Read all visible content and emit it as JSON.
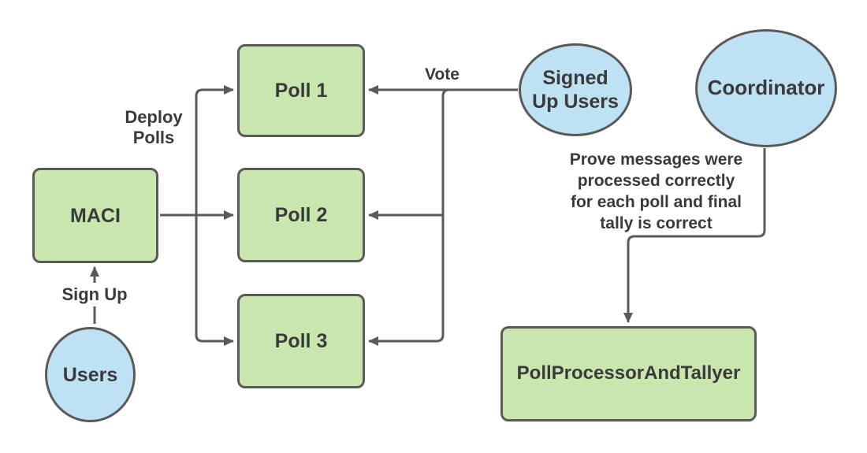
{
  "background": "#ffffff",
  "colors": {
    "node_fill_green": "#c8e6ad",
    "node_fill_blue": "#bfe1f4",
    "node_border": "#5a5a5a",
    "connector": "#5a5a5a",
    "label_text": "#3a3a3a"
  },
  "nodes": {
    "users": {
      "label": "Users",
      "shape": "ellipse",
      "fill": "blue"
    },
    "maci": {
      "label": "MACI",
      "shape": "rectangle",
      "fill": "green"
    },
    "poll1": {
      "label": "Poll 1",
      "shape": "rectangle",
      "fill": "green"
    },
    "poll2": {
      "label": "Poll 2",
      "shape": "rectangle",
      "fill": "green"
    },
    "poll3": {
      "label": "Poll 3",
      "shape": "rectangle",
      "fill": "green"
    },
    "signed_up_users": {
      "label": "Signed\nUp Users",
      "shape": "ellipse",
      "fill": "blue"
    },
    "coordinator": {
      "label": "Coordinator",
      "shape": "ellipse",
      "fill": "blue"
    },
    "poll_processor": {
      "label": "PollProcessorAndTallyer",
      "shape": "rectangle",
      "fill": "green"
    }
  },
  "edge_labels": {
    "sign_up": "Sign Up",
    "deploy_polls": "Deploy\nPolls",
    "vote": "Vote",
    "prove": "Prove messages were\nprocessed correctly\nfor each poll and final\ntally is correct"
  },
  "edges": [
    {
      "from": "Users",
      "to": "MACI",
      "label": "Sign Up"
    },
    {
      "from": "MACI",
      "to": "Poll 1",
      "label": "Deploy Polls"
    },
    {
      "from": "MACI",
      "to": "Poll 2",
      "label": "Deploy Polls"
    },
    {
      "from": "MACI",
      "to": "Poll 3",
      "label": "Deploy Polls"
    },
    {
      "from": "Signed Up Users",
      "to": "Poll 1",
      "label": "Vote"
    },
    {
      "from": "Signed Up Users",
      "to": "Poll 2",
      "label": "Vote"
    },
    {
      "from": "Signed Up Users",
      "to": "Poll 3",
      "label": "Vote"
    },
    {
      "from": "Coordinator",
      "to": "PollProcessorAndTallyer",
      "label": "Prove messages were processed correctly for each poll and final tally is correct"
    }
  ]
}
